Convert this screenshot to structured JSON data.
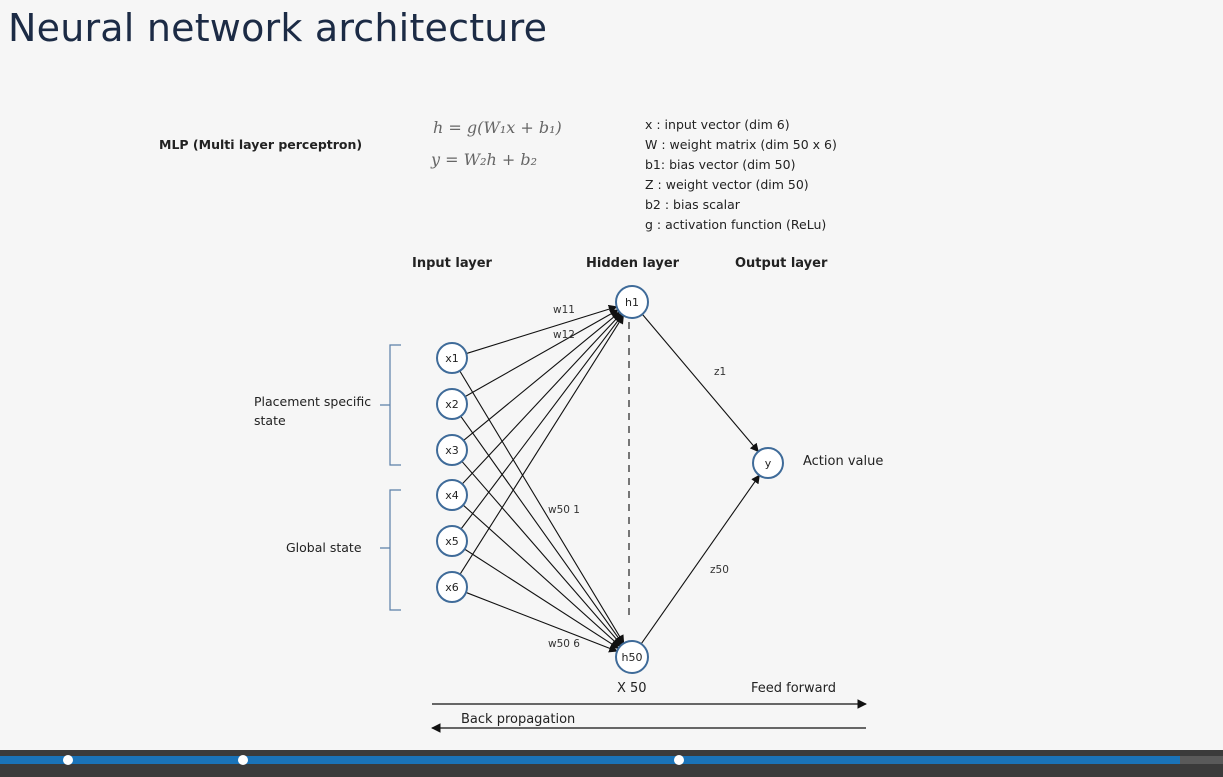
{
  "slide": {
    "title": "Neural network architecture",
    "mlp_label": "MLP (Multi layer perceptron)",
    "equations": [
      "h = g(W₁x + b₁)",
      "y = W₂h + b₂"
    ],
    "definitions": [
      "x : input vector (dim 6)",
      "W : weight matrix (dim 50 x 6)",
      "b1: bias vector (dim 50)",
      "Z : weight vector (dim 50)",
      "b2 : bias scalar",
      "g : activation function (ReLu)"
    ]
  },
  "diagram": {
    "layers": {
      "input": "Input layer",
      "hidden": "Hidden layer",
      "output": "Output layer"
    },
    "input_nodes": [
      "x1",
      "x2",
      "x3",
      "x4",
      "x5",
      "x6"
    ],
    "hidden_nodes": [
      "h1",
      "h50"
    ],
    "output_node": "y",
    "edge_labels": {
      "w11": "w11",
      "w12": "w12",
      "w50_1": "w50 1",
      "w50_6": "w50 6",
      "z1": "z1",
      "z50": "z50"
    },
    "groups": {
      "placement": "Placement specific state",
      "global": "Global state"
    },
    "action_value": "Action value",
    "repeat": "X 50",
    "feed_forward": "Feed forward",
    "back_propagation": "Back propagation"
  },
  "player": {
    "progress": 0.965,
    "markers": [
      0.056,
      0.199,
      0.555
    ]
  }
}
